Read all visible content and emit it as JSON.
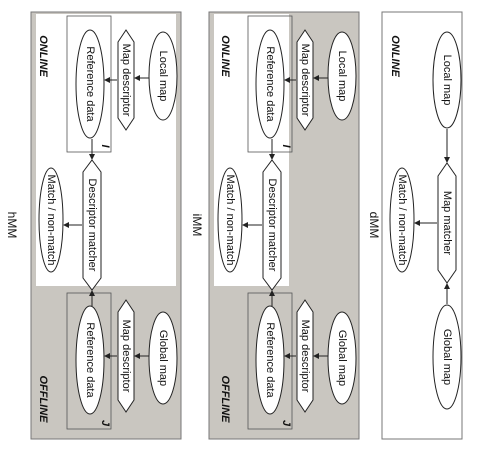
{
  "panels": [
    {
      "title": "hMM",
      "online_label": "ONLINE",
      "offline_label": "OFFLINE",
      "nodes": {
        "local_map": "Local map",
        "map_descriptor_online": "Map descriptor",
        "reference_data_online": "Reference data",
        "descriptor_matcher": "Descriptor matcher",
        "match_non_match": "Match / non-match",
        "global_map": "Global map",
        "map_descriptor_offline": "Map descriptor",
        "reference_data_offline": "Reference data"
      },
      "symbols": {
        "online_symbol": "I",
        "offline_symbol": "J"
      }
    },
    {
      "title": "iMM",
      "online_label": "ONLINE",
      "offline_label": "OFFLINE",
      "nodes": {
        "local_map": "Local map",
        "map_descriptor_online": "Map descriptor",
        "reference_data_online": "Reference data",
        "descriptor_matcher": "Descriptor matcher",
        "match_non_match": "Match / non-match",
        "global_map": "Global map",
        "map_descriptor_offline": "Map descriptor",
        "reference_data_offline": "Reference data"
      },
      "symbols": {
        "online_symbol": "I",
        "offline_symbol": "J"
      }
    },
    {
      "title": "dMM",
      "online_label": "ONLINE",
      "nodes": {
        "local_map": "Local map",
        "map_matcher": "Map matcher",
        "match_non_match": "Match / non-match",
        "global_map": "Global map"
      }
    }
  ]
}
